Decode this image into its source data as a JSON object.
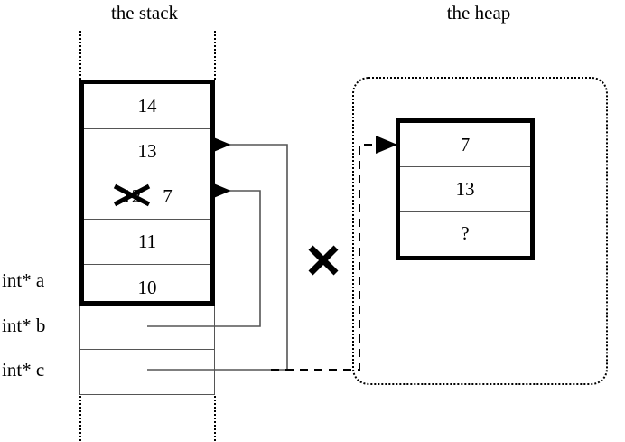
{
  "titles": {
    "stack": "the stack",
    "heap": "the heap"
  },
  "stack": {
    "main_cells": [
      {
        "value": "14"
      },
      {
        "value": "13"
      },
      {
        "value": "12",
        "struck": true,
        "replacement": "7"
      },
      {
        "value": "11"
      },
      {
        "value": "10"
      }
    ],
    "lower_cells": [
      {
        "value": ""
      },
      {
        "value": ""
      }
    ],
    "labels": [
      {
        "text": "int* a"
      },
      {
        "text": "int* b"
      },
      {
        "text": "int* c"
      }
    ]
  },
  "heap": {
    "cells": [
      {
        "value": "7"
      },
      {
        "value": "13"
      },
      {
        "value": "?"
      }
    ]
  },
  "annotations": {
    "invalid_pointer_mark": "X",
    "struck_value_mark": "X"
  },
  "colors": {
    "ink": "#000000",
    "divider": "#555555",
    "background": "#ffffff"
  }
}
